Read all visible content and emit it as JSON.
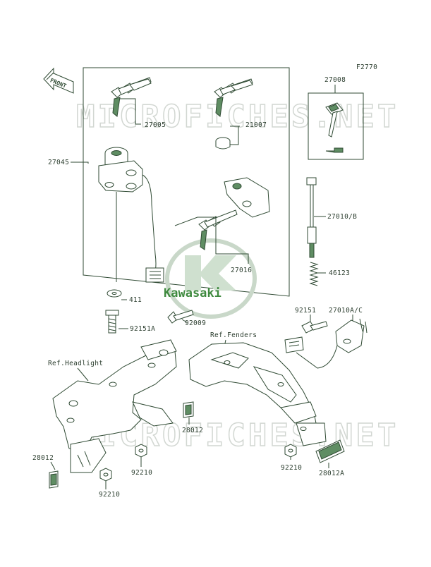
{
  "figure_code": "F2770",
  "front_arrow_text": "FRONT",
  "brand_logo": {
    "text": "Kawasaki",
    "color": "#3f8a3f"
  },
  "watermark_text": "MICROFICHES.NET",
  "colors": {
    "ink": "#2f4a33",
    "part_fill": "#5f8d63",
    "watermark": "#d2d7d2"
  },
  "references": {
    "headlight": "Ref.Headlight",
    "fenders": "Ref.Fenders"
  },
  "parts": {
    "p27005": "27005",
    "p21007": "21007",
    "p27008": "27008",
    "p27045": "27045",
    "p27010b": "27010/B",
    "p27016": "27016",
    "p46123": "46123",
    "p411": "411",
    "p92009": "92009",
    "p92151": "92151",
    "p27010ac": "27010A/C",
    "p92151a": "92151A",
    "p28012_right": "28012",
    "p28012_left": "28012",
    "p92210_center": "92210",
    "p92210_bottom": "92210",
    "p92210_right": "92210",
    "p28012a": "28012A"
  }
}
